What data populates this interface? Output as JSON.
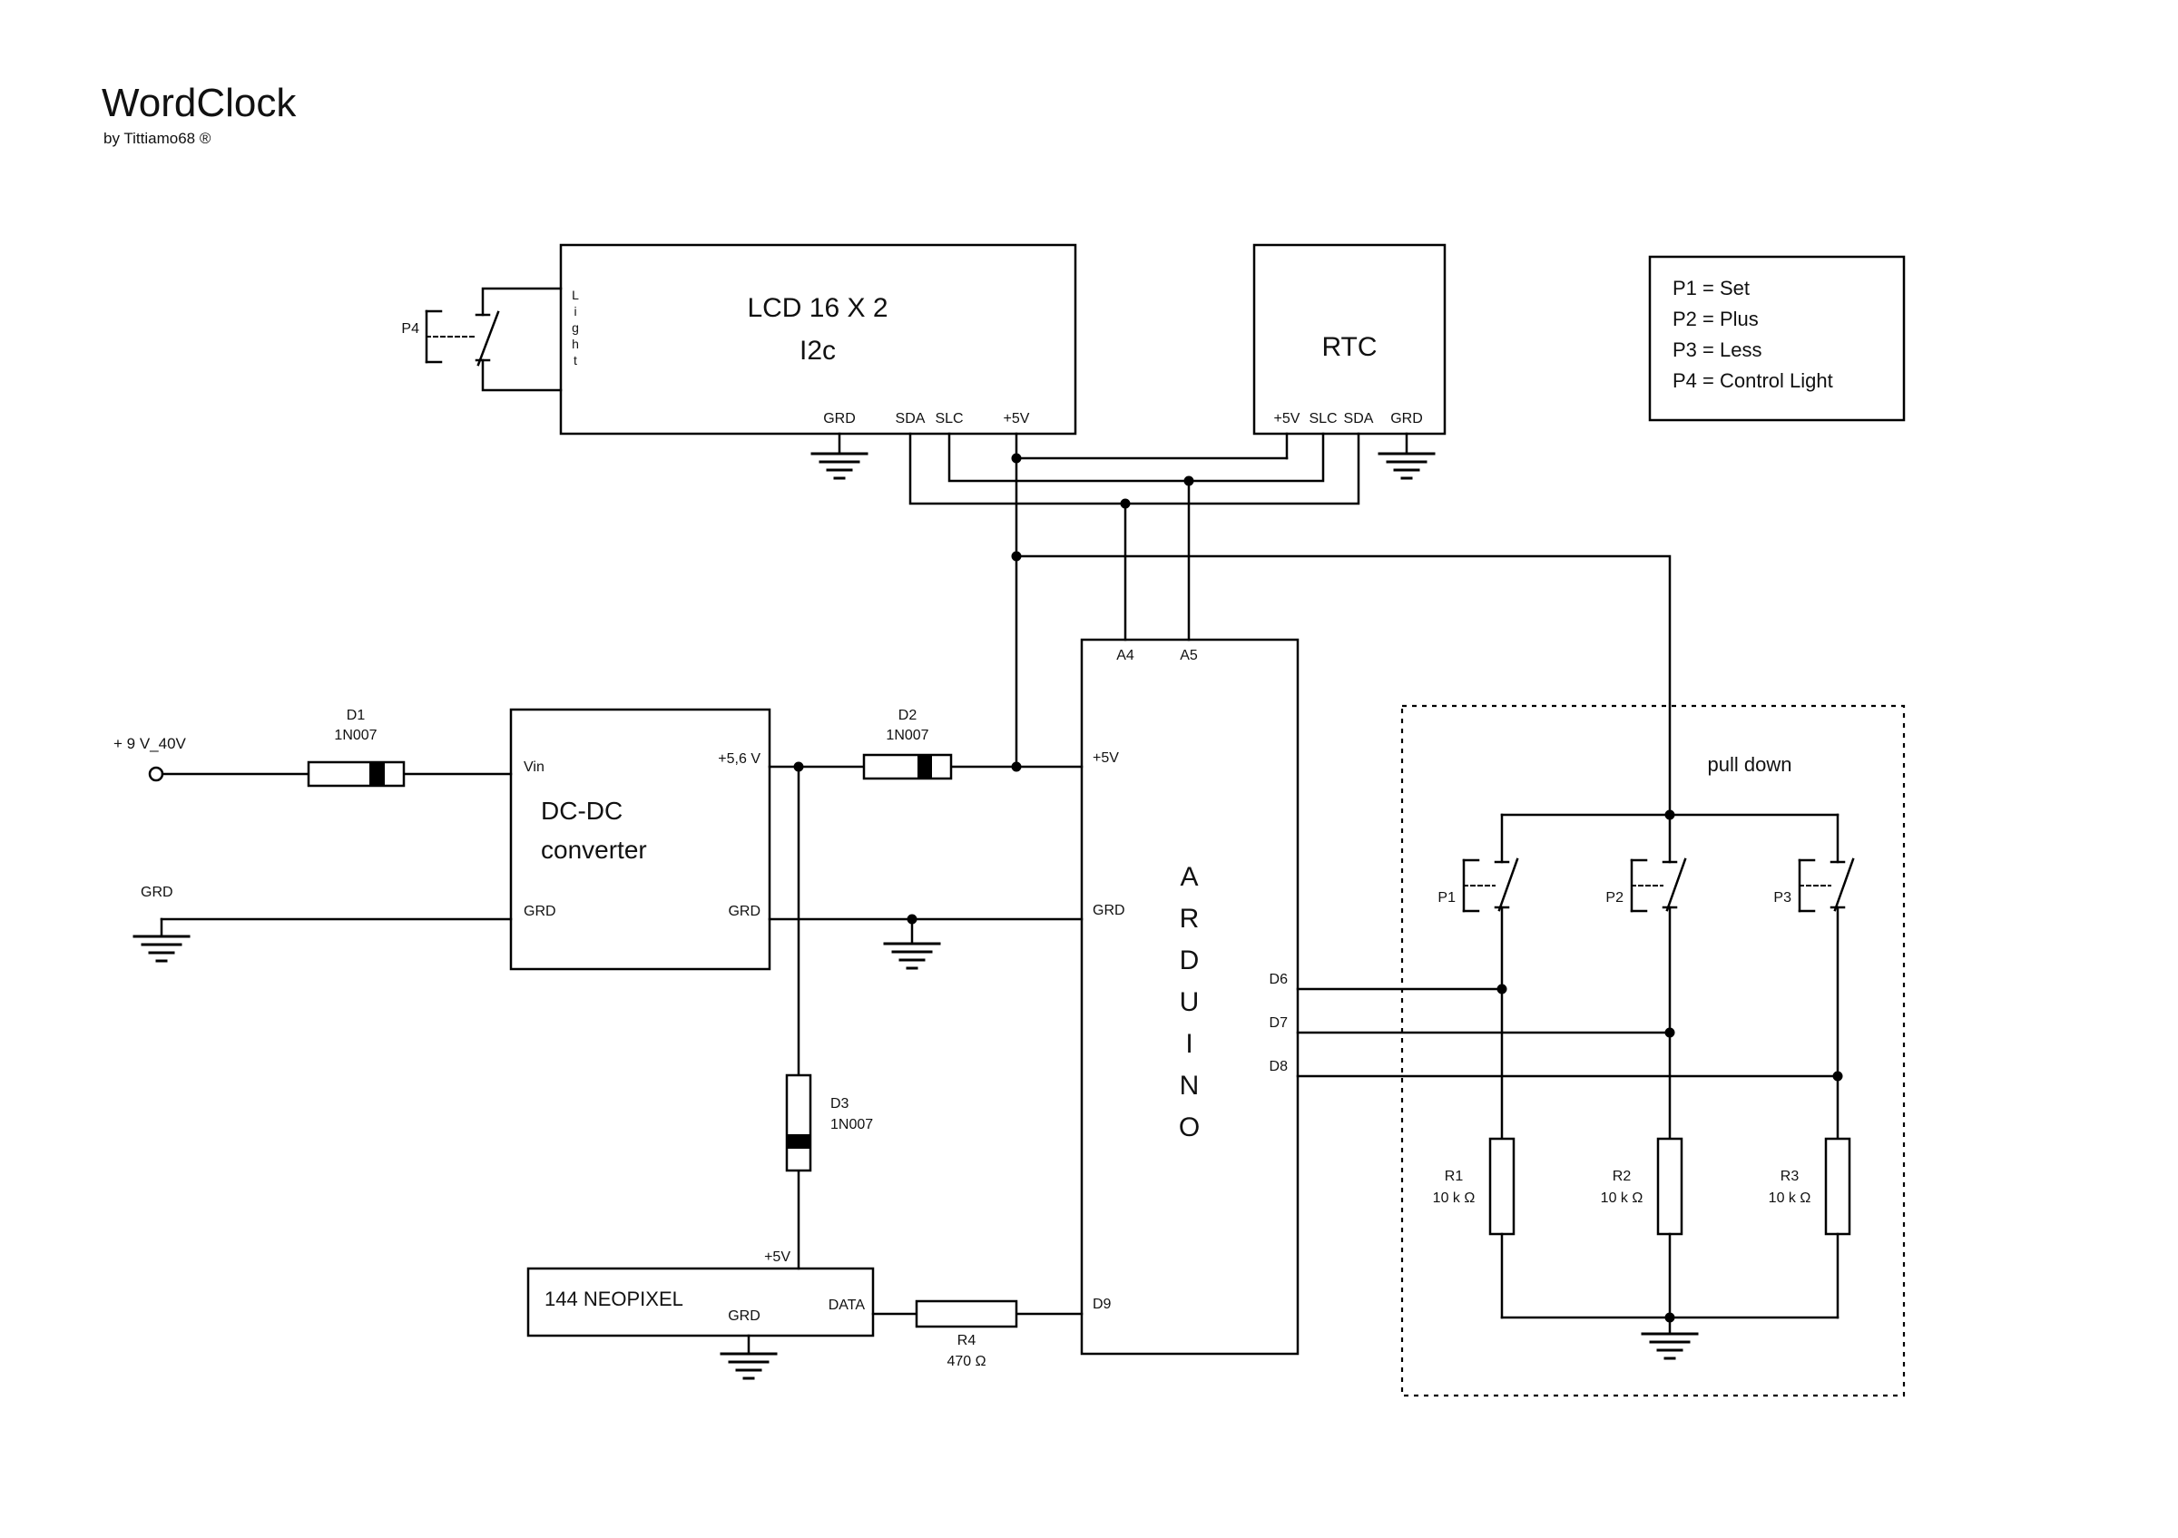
{
  "page": {
    "title": "WordClock",
    "byline": "by Tittiamo68 ®"
  },
  "legend": {
    "items": [
      "P1 = Set",
      "P2 = Plus",
      "P3 = Less",
      "P4 = Control Light"
    ]
  },
  "lcd": {
    "title": "LCD 16 X 2",
    "subtitle": "I2c",
    "light_pin": "Light",
    "pins": {
      "grd": "GRD",
      "sda": "SDA",
      "slc": "SLC",
      "v5": "+5V"
    }
  },
  "rtc": {
    "title": "RTC",
    "pins": {
      "v5": "+5V",
      "slc": "SLC",
      "sda": "SDA",
      "grd": "GRD"
    }
  },
  "power": {
    "input": "+ 9 V_40V",
    "ground": "GRD"
  },
  "dcdc": {
    "line1": "DC-DC",
    "line2": "converter",
    "vin": "Vin",
    "grd_in": "GRD",
    "vout": "+5,6 V",
    "grd_out": "GRD"
  },
  "arduino": {
    "title": "ARDUINO",
    "pins": {
      "a4": "A4",
      "a5": "A5",
      "v5": "+5V",
      "grd": "GRD",
      "d6": "D6",
      "d7": "D7",
      "d8": "D8",
      "d9": "D9"
    }
  },
  "neopixel": {
    "title": "144 NEOPIXEL",
    "v5": "+5V",
    "grd": "GRD",
    "data": "DATA"
  },
  "components": {
    "d1": {
      "name": "D1",
      "part": "1N007"
    },
    "d2": {
      "name": "D2",
      "part": "1N007"
    },
    "d3": {
      "name": "D3",
      "part": "1N007"
    },
    "r1": {
      "name": "R1",
      "value": "10 k Ω"
    },
    "r2": {
      "name": "R2",
      "value": "10 k Ω"
    },
    "r3": {
      "name": "R3",
      "value": "10 k Ω"
    },
    "r4": {
      "name": "R4",
      "value": "470 Ω"
    }
  },
  "pulldown": {
    "title": "pull down",
    "p1": "P1",
    "p2": "P2",
    "p3": "P3"
  },
  "switches": {
    "p4": "P4"
  }
}
